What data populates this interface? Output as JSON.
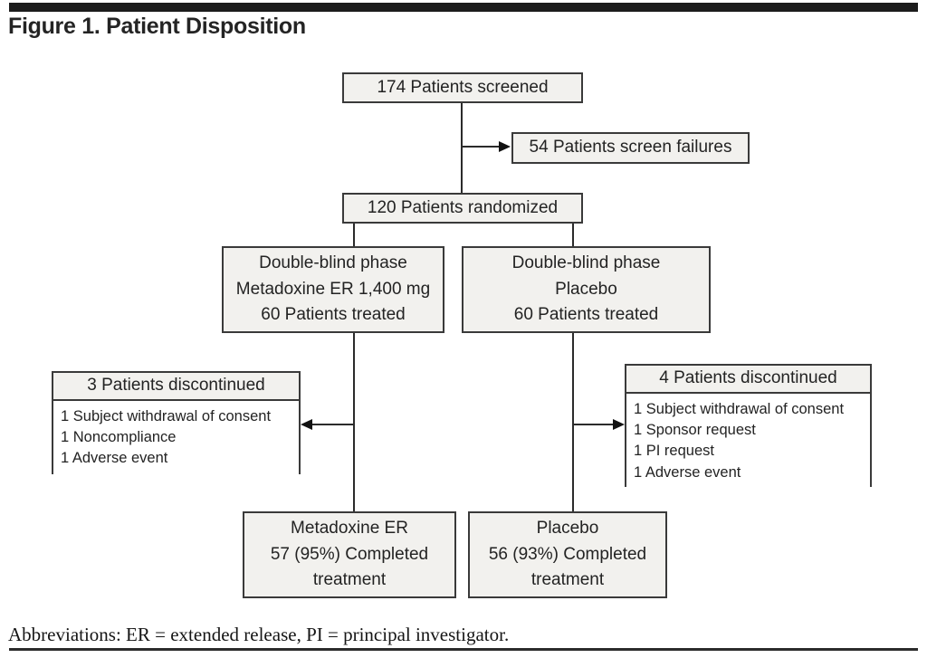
{
  "figure": {
    "title": "Figure 1. Patient Disposition",
    "footnote": "Abbreviations: ER = extended release, PI = principal investigator."
  },
  "flow": {
    "screened": "174 Patients screened",
    "screen_failures": "54 Patients screen failures",
    "randomized": "120 Patients randomized",
    "arm_metadoxine": {
      "lines": [
        "Double-blind phase",
        "Metadoxine ER 1,400 mg",
        "60 Patients treated"
      ]
    },
    "arm_placebo": {
      "lines": [
        "Double-blind phase",
        "Placebo",
        "60 Patients treated"
      ]
    },
    "discontinued_metadoxine": {
      "header": "3 Patients discontinued",
      "items": [
        "1 Subject withdrawal of consent",
        "1 Noncompliance",
        "1 Adverse event"
      ]
    },
    "discontinued_placebo": {
      "header": "4 Patients discontinued",
      "items": [
        "1 Subject withdrawal of consent",
        "1 Sponsor request",
        "1 PI request",
        "1 Adverse event"
      ]
    },
    "completed_metadoxine": {
      "lines": [
        "Metadoxine ER",
        "57 (95%) Completed",
        "treatment"
      ]
    },
    "completed_placebo": {
      "lines": [
        "Placebo",
        "56 (93%) Completed",
        "treatment"
      ]
    }
  },
  "colors": {
    "box_fill": "#f2f1ee",
    "box_border": "#3a3a3a",
    "rule": "#1c1c1c",
    "text": "#232323"
  }
}
